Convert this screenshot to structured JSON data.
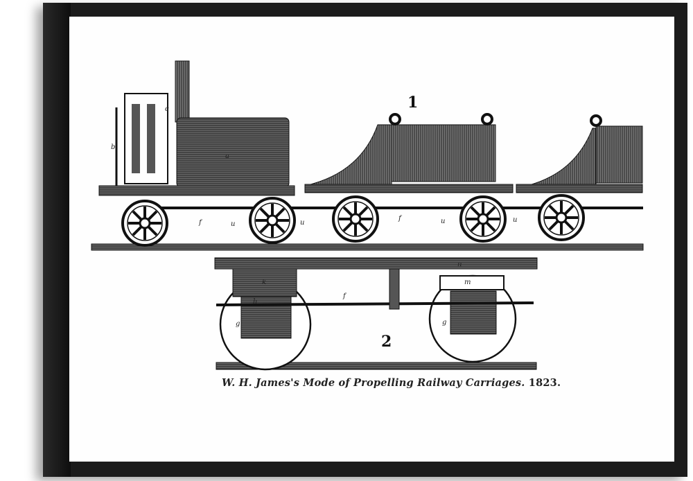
{
  "print": {
    "figure_numbers": [
      "1",
      "2"
    ],
    "caption": "W. H. James's Mode of Propelling Railway Carriages.",
    "year": "1823.",
    "labels": {
      "a": "a",
      "b": "b",
      "c": "c",
      "f": "f",
      "u": "u",
      "k": "k",
      "g": "g",
      "h": "h",
      "n": "n",
      "m": "m"
    }
  },
  "colors": {
    "frame": "#1b1b1b",
    "paper": "#fefefe",
    "ink": "#222222"
  }
}
